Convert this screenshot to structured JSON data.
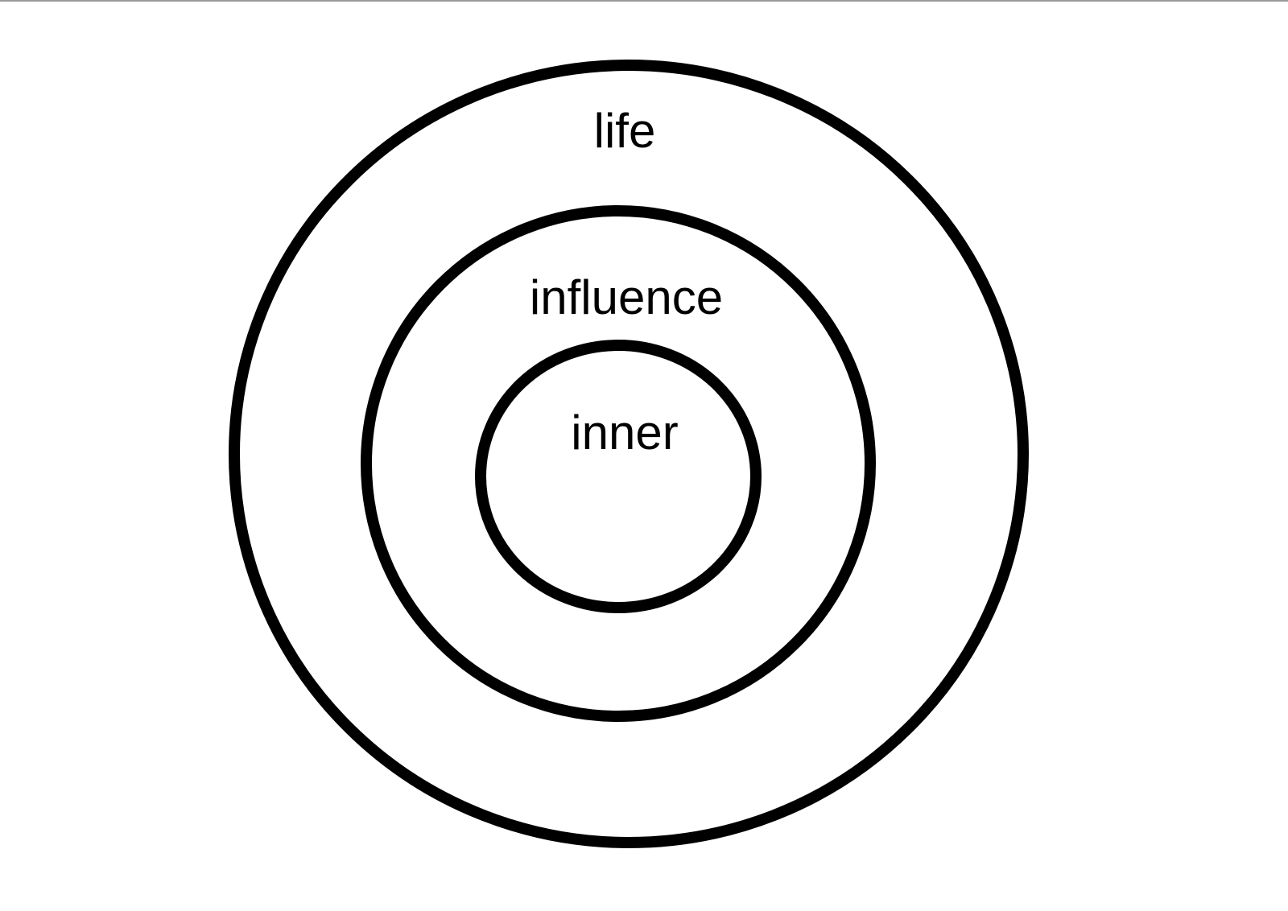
{
  "diagram": {
    "type": "concentric-circles",
    "stroke_color": "#000000",
    "background_color": "#ffffff",
    "rings": [
      {
        "label": "life"
      },
      {
        "label": "influence"
      },
      {
        "label": "inner"
      }
    ]
  }
}
